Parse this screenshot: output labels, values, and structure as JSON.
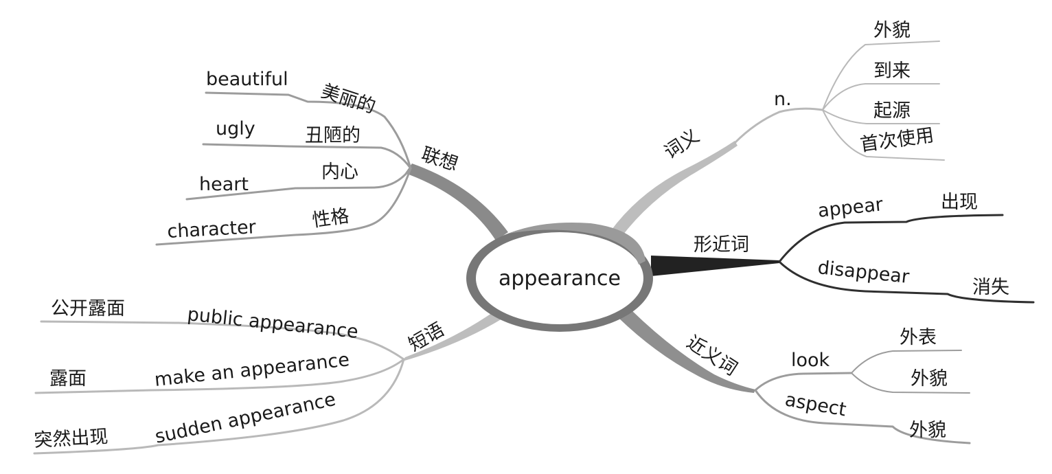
{
  "center": {
    "label": "appearance"
  },
  "branches": {
    "meaning": {
      "label": "词义",
      "pos": "n.",
      "items": [
        "外貌",
        "到来",
        "起源",
        "首次使用"
      ]
    },
    "similar_form": {
      "label": "形近词",
      "words": [
        {
          "en": "appear",
          "zh": "出现"
        },
        {
          "en": "disappear",
          "zh": "消失"
        }
      ]
    },
    "synonyms": {
      "label": "近义词",
      "words": [
        {
          "en": "look",
          "zh": [
            "外表",
            "外貌"
          ]
        },
        {
          "en": "aspect",
          "zh": [
            "外貌"
          ]
        }
      ]
    },
    "association": {
      "label": "联想",
      "pairs": [
        {
          "zh": "美丽的",
          "en": "beautiful"
        },
        {
          "zh": "丑陋的",
          "en": "ugly"
        },
        {
          "zh": "内心",
          "en": "heart"
        },
        {
          "zh": "性格",
          "en": "character"
        }
      ]
    },
    "phrases": {
      "label": "短语",
      "pairs": [
        {
          "en": "public appearance",
          "zh": "公开露面"
        },
        {
          "en": "make an appearance",
          "zh": "露面"
        },
        {
          "en": "sudden appearance",
          "zh": "突然出现"
        }
      ]
    }
  }
}
